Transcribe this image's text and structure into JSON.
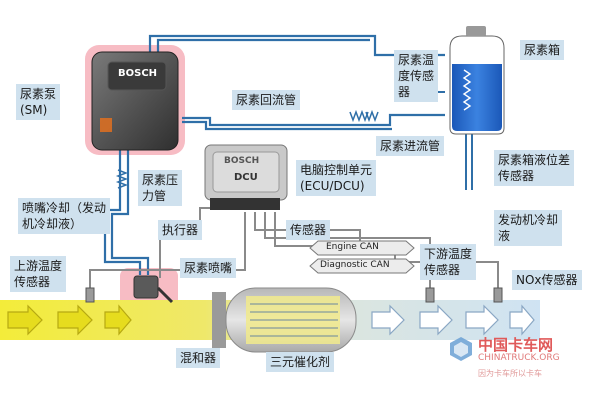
{
  "labels": {
    "urea_pump": "尿素泵\n(SM)",
    "return_pipe": "尿素回流管",
    "urea_temp_sensor": "尿素温\n度传感\n器",
    "urea_tank": "尿素箱",
    "inlet_pipe": "尿素进流管",
    "tank_level_sensor": "尿素箱液位差\n传感器",
    "pressure_pipe": "尿素压\n力管",
    "ecu": "电脑控制单元\n(ECU/DCU)",
    "nozzle_cooling": "喷嘴冷却（发动\n机冷却液）",
    "actuator": "执行器",
    "sensor": "传感器",
    "engine_coolant": "发动机冷却\n液",
    "upstream_temp": "上游温度\n传感器",
    "urea_nozzle": "尿素喷嘴",
    "downstream_temp": "下游温度\n传感器",
    "nox_sensor": "NOx传感器",
    "mixer": "混和器",
    "three_way_catalyst": "三元催化剂"
  },
  "device_text": {
    "pump_brand": "BOSCH",
    "dcu_brand": "BOSCH",
    "dcu_label": "DCU",
    "engine_can": "Engine CAN",
    "diagnostic_can": "Diagnostic CAN"
  },
  "watermark": {
    "name_cn": "中国卡车网",
    "site": "CHINATRUCK.ORG",
    "slogan": "因为卡车所以卡车"
  },
  "colors": {
    "label_bg": "#cfe1ee",
    "pipe_blue": "#2f6fa8",
    "exhaust_yellow": "#f2ea3c",
    "exhaust_blue": "#cfe3f3",
    "highlight_pink": "#f4a6b0"
  }
}
